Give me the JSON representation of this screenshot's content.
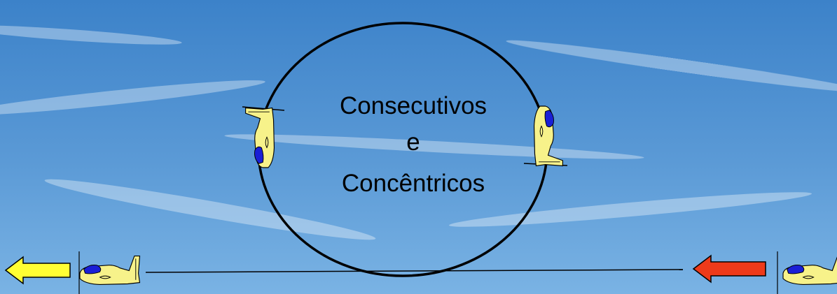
{
  "diagram": {
    "title_lines": [
      "Consecutivos",
      "e",
      "Concêntricos"
    ]
  },
  "colors": {
    "sky_top": "#3f86cc",
    "sky_bottom": "#6aaae0",
    "aircraft_body": "#f7f28a",
    "aircraft_canopy": "#1a1fd6",
    "arrow_exit": "#ffff33",
    "arrow_entry": "#ee3a1a",
    "outline": "#000000"
  },
  "icons": {
    "aircraft": "airplane-icon",
    "arrow_exit": "arrow-left-icon",
    "arrow_entry": "arrow-left-icon"
  }
}
